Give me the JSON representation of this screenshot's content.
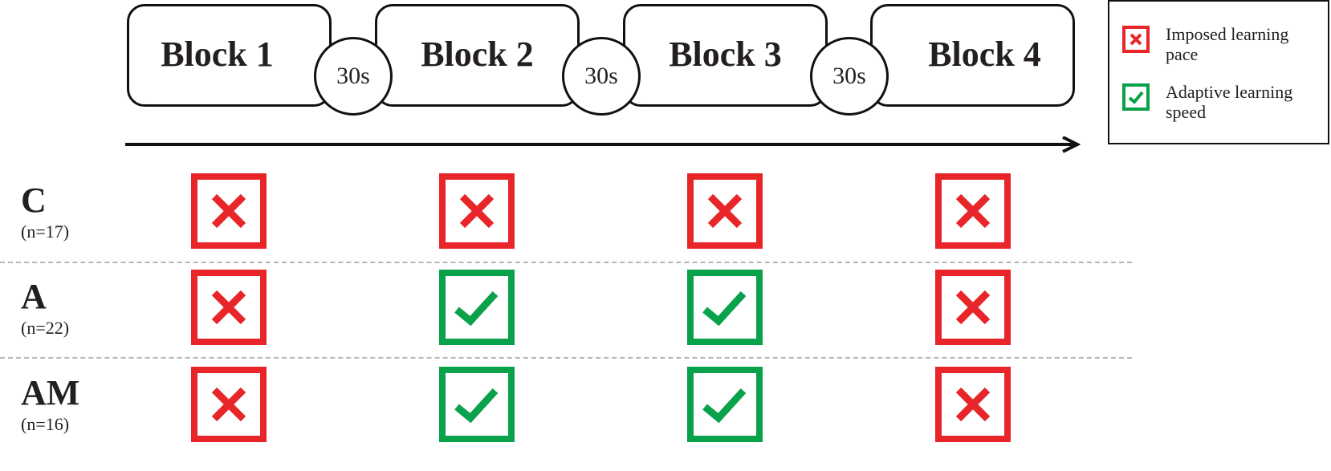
{
  "blocks": [
    {
      "label": "Block 1"
    },
    {
      "label": "Block 2"
    },
    {
      "label": "Block 3"
    },
    {
      "label": "Block 4"
    }
  ],
  "pauses": [
    {
      "label": "30s"
    },
    {
      "label": "30s"
    },
    {
      "label": "30s"
    }
  ],
  "legend": {
    "imposed": "Imposed learning pace",
    "adaptive": "Adaptive learning speed"
  },
  "groups": [
    {
      "name": "C",
      "n": "(n=17)",
      "conditions": [
        "imposed",
        "imposed",
        "imposed",
        "imposed"
      ]
    },
    {
      "name": "A",
      "n": "(n=22)",
      "conditions": [
        "imposed",
        "adaptive",
        "adaptive",
        "imposed"
      ]
    },
    {
      "name": "AM",
      "n": "(n=16)",
      "conditions": [
        "imposed",
        "adaptive",
        "adaptive",
        "imposed"
      ]
    }
  ],
  "colors": {
    "imposed": "#e8262a",
    "adaptive": "#0aa14b",
    "line": "#111111",
    "separator": "#b5b5b5"
  },
  "icons": {
    "imposed": "cross-icon",
    "adaptive": "check-icon"
  }
}
